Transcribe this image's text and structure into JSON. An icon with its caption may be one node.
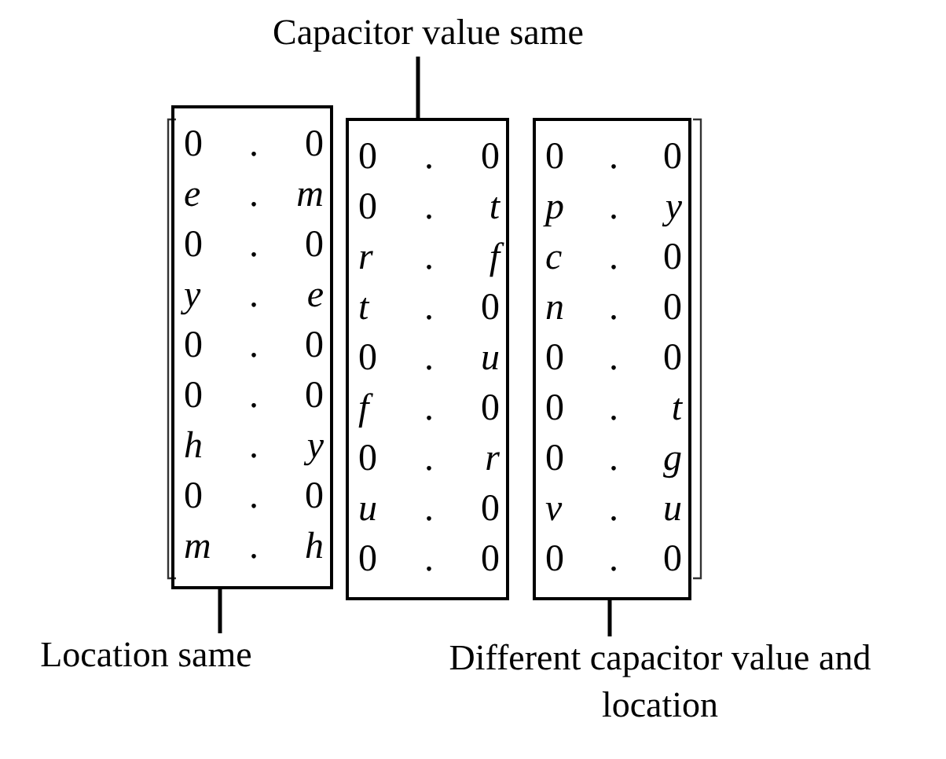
{
  "diagram": {
    "nodes": [
      {
        "text": [
          "Capacitor value same"
        ]
      },
      {
        "text": [],
        "shape": "box"
      },
      {
        "text": [],
        "shape": "box"
      },
      {
        "text": [],
        "shape": "box"
      },
      {
        "text": [
          "Location same"
        ]
      },
      {
        "text": [
          "Different capacitor value and location"
        ]
      }
    ],
    "edges": [
      {
        "from": 0,
        "to": 2,
        "arrow": "none"
      },
      {
        "from": 4,
        "to": 1,
        "arrow": "none"
      },
      {
        "from": 5,
        "to": 3,
        "arrow": "none"
      }
    ],
    "labels": [
      "0",
      ".",
      "0",
      "0",
      ".",
      "0",
      "0",
      ".",
      "0",
      "e",
      ".",
      "m",
      "0",
      ".",
      "t",
      "p",
      ".",
      "y",
      "0",
      ".",
      "0",
      "r",
      ".",
      "f",
      "c",
      ".",
      "0",
      "y",
      ".",
      "e",
      "t",
      ".",
      "0",
      "n",
      ".",
      "0",
      "0",
      ".",
      "0",
      "0",
      ".",
      "u",
      "0",
      ".",
      "0",
      "0",
      ".",
      "0",
      "f",
      ".",
      "0",
      "0",
      ".",
      "t",
      "h",
      ".",
      "y",
      "0",
      ".",
      "r",
      "0",
      ".",
      "g",
      "0",
      ".",
      "0",
      "u",
      ".",
      "0",
      "v",
      ".",
      "u",
      "m",
      ".",
      "h",
      "0",
      ".",
      "0",
      "0",
      ".",
      "0"
    ]
  }
}
